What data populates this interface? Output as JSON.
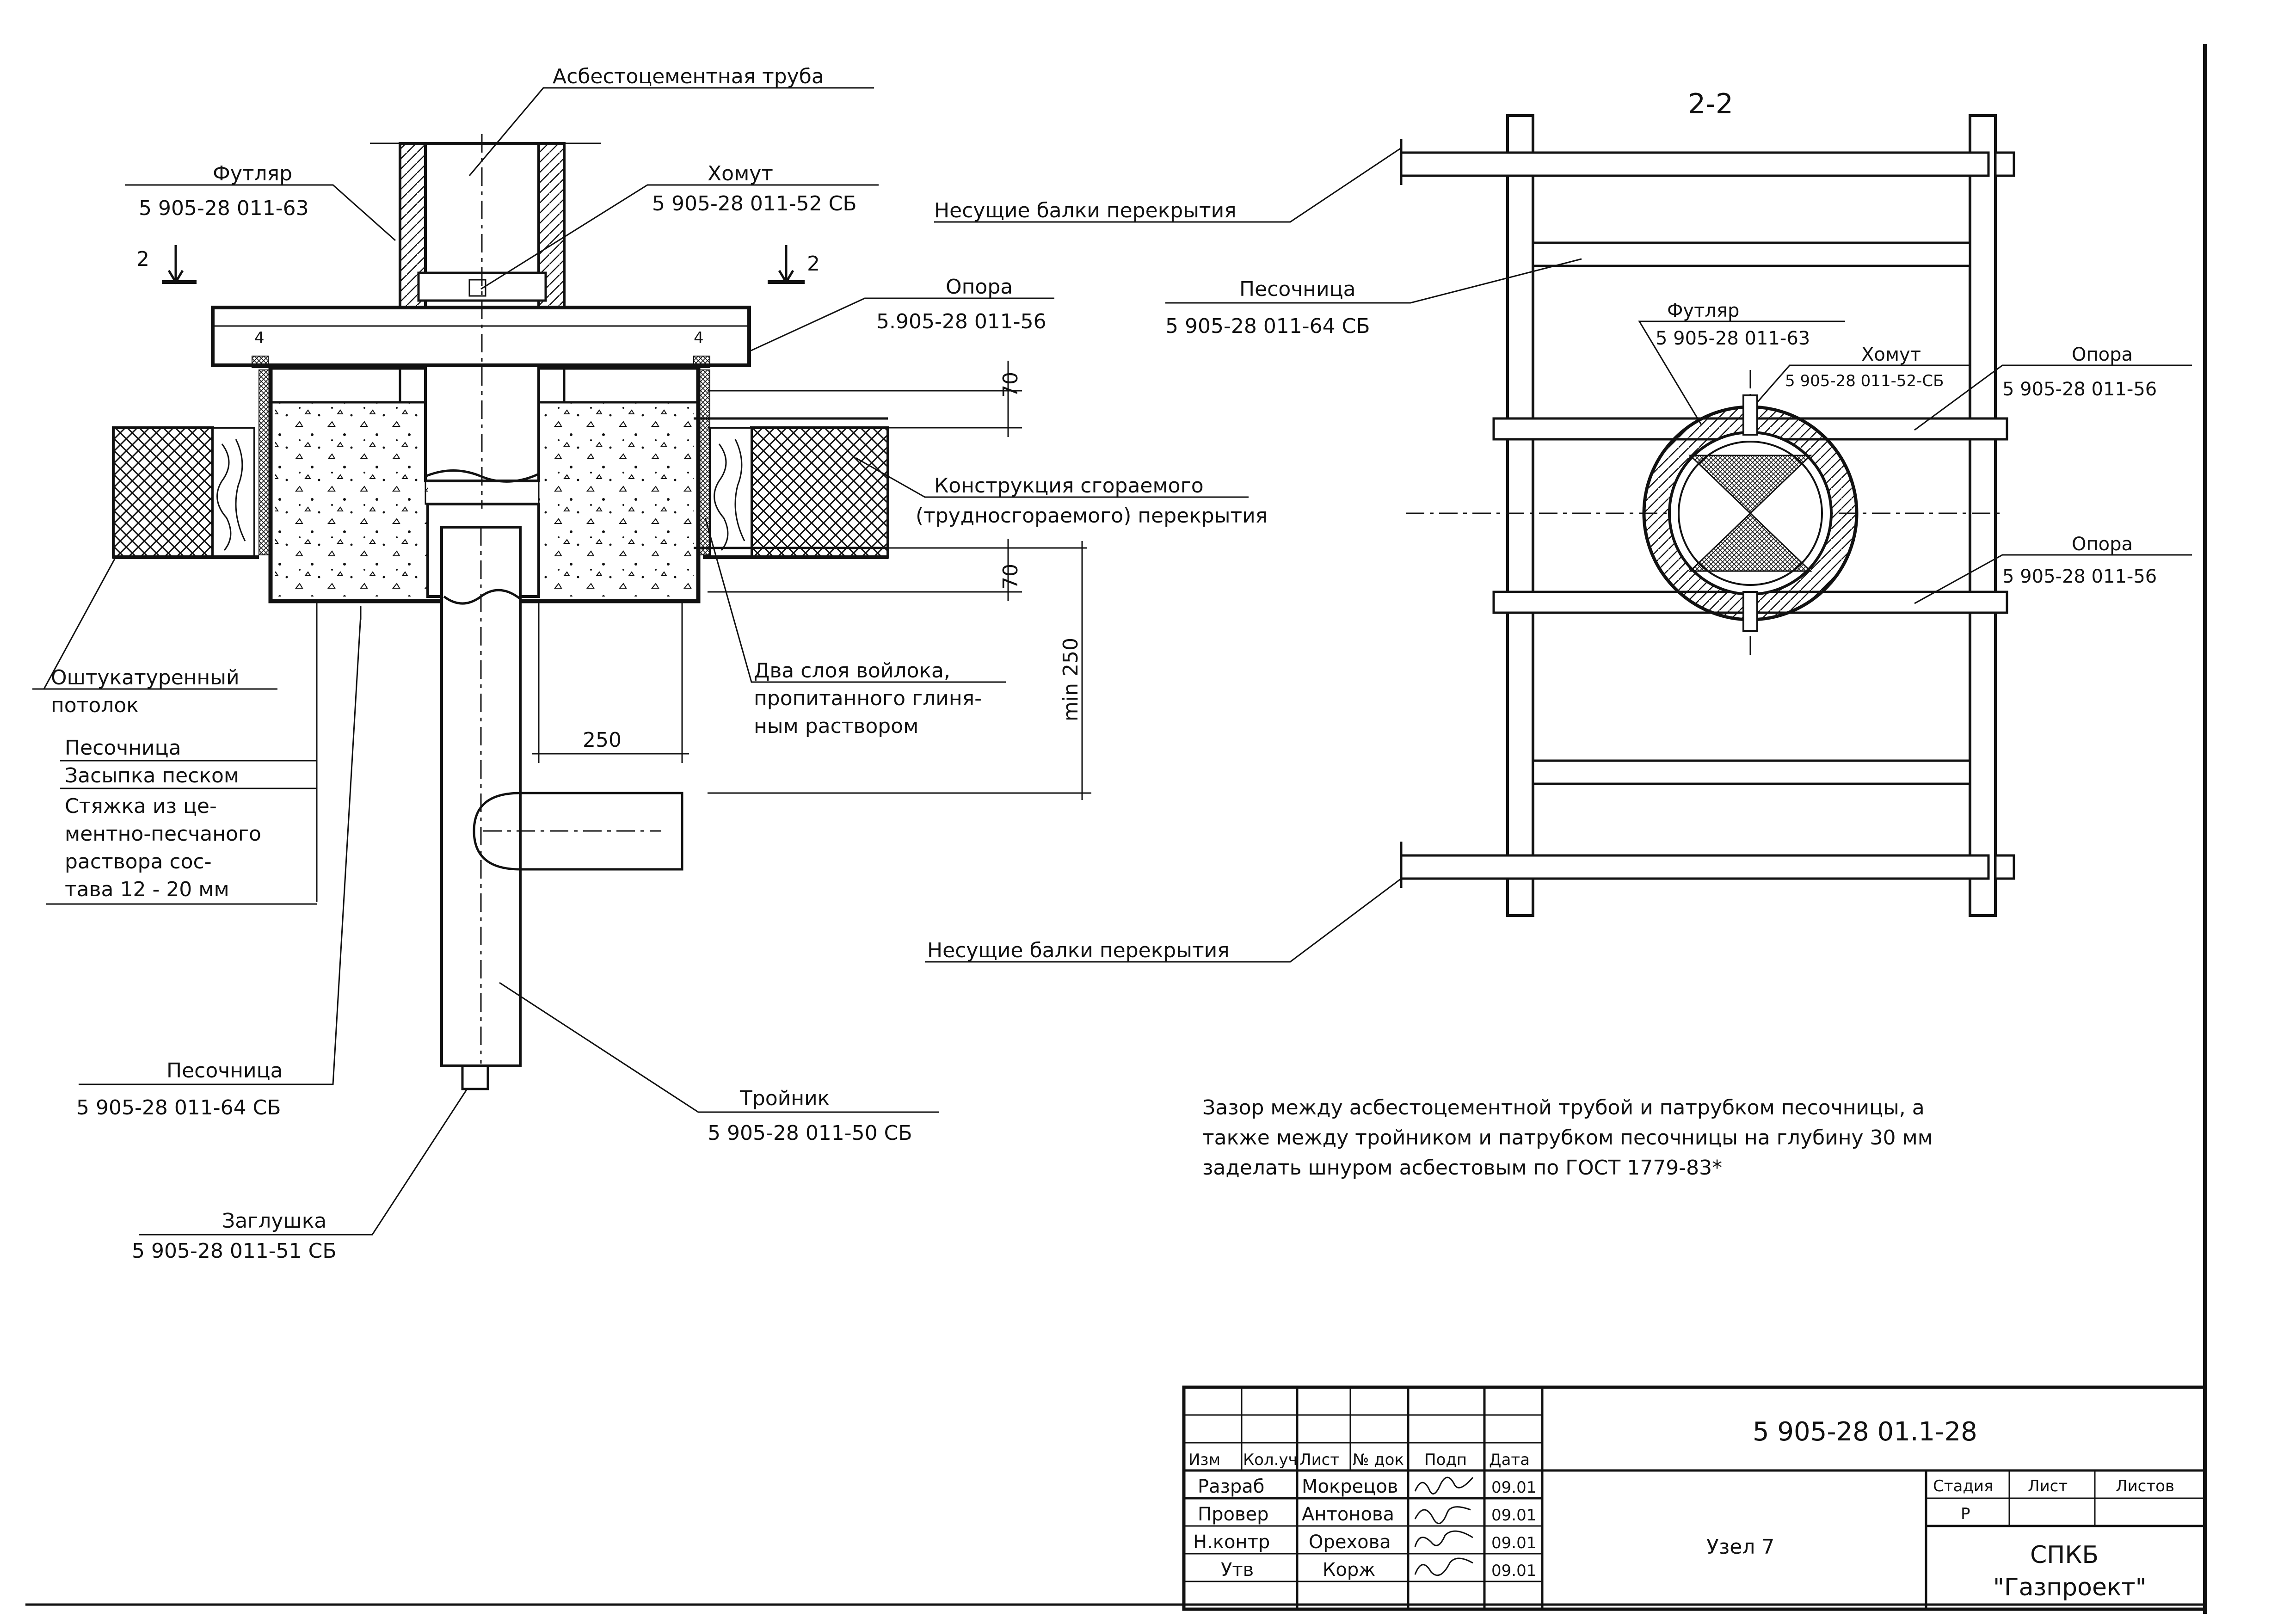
{
  "section_label": "2-2",
  "section_marks": [
    "2",
    "2"
  ],
  "labels": {
    "asbestos_pipe": "Асбестоцементная труба",
    "case_name": "Футляр",
    "case_code": "5 905-28 011-63",
    "clamp_name": "Хомут",
    "clamp_code": "5 905-28 011-52 СБ",
    "support_name": "Опора",
    "support_code": "5.905-28 011-56",
    "combustible_1": "Конструкция сгораемого",
    "combustible_2": "(трудносгораемого) перекрытия",
    "ceiling_1": "Оштукатуренный",
    "ceiling_2": "потолок",
    "sandbox": "Песочница",
    "sand_fill": "Засыпка песком",
    "screed_1": "Стяжка из це-",
    "screed_2": "ментно-песчаного",
    "screed_3": "раствора сос-",
    "screed_4": "тава 12 - 20 мм",
    "felt_1": "Два слоя войлока,",
    "felt_2": "пропитанного глиня-",
    "felt_3": "ным раствором",
    "sandbox2_name": "Песочница",
    "sandbox2_code": "5 905-28 011-64 СБ",
    "tee_name": "Тройник",
    "tee_code": "5 905-28 011-50 СБ",
    "plug_name": "Заглушка",
    "plug_code": "5 905-28 011-51 СБ",
    "beams_top": "Несущие балки перекрытия",
    "beams_bottom": "Несущие балки перекрытия",
    "r_sandbox_name": "Песочница",
    "r_sandbox_code": "5 905-28 011-64 СБ",
    "r_case_name": "Футляр",
    "r_case_code": "5 905-28 011-63",
    "r_clamp_name": "Хомут",
    "r_clamp_code": "5 905-28 011-52-СБ",
    "r_support1_name": "Опора",
    "r_support1_code": "5 905-28 011-56",
    "r_support2_name": "Опора",
    "r_support2_code": "5 905-28 011-56"
  },
  "dimensions": {
    "d70_top": "70",
    "d70_bottom": "70",
    "d250_h": "250",
    "d_min250": "min 250",
    "d4_left": "4",
    "d4_right": "4"
  },
  "note": [
    "Зазор между асбестоцементной трубой и патрубком песочницы, а",
    "также между тройником и патрубком песочницы на глубину 30 мм",
    "заделать шнуром асбестовым по ГОСТ 1779-83*"
  ],
  "title_block": {
    "doc_number": "5 905-28 01.1-28",
    "sheet_title": "Узел 7",
    "organization_1": "СПКБ",
    "organization_2": "\"Газпроект\"",
    "header": [
      "Изм",
      "Кол.уч",
      "Лист",
      "№ док",
      "Подп",
      "Дата"
    ],
    "stage_header": [
      "Стадия",
      "Лист",
      "Листов"
    ],
    "stage_value": "Р",
    "rows": [
      {
        "role": "Разраб",
        "name": "Мокрецов",
        "date": "09.01"
      },
      {
        "role": "Провер",
        "name": "Антонова",
        "date": "09.01"
      },
      {
        "role": "Н.контр",
        "name": "Орехова",
        "date": "09.01"
      },
      {
        "role": "Утв",
        "name": "Корж",
        "date": "09.01"
      }
    ]
  }
}
